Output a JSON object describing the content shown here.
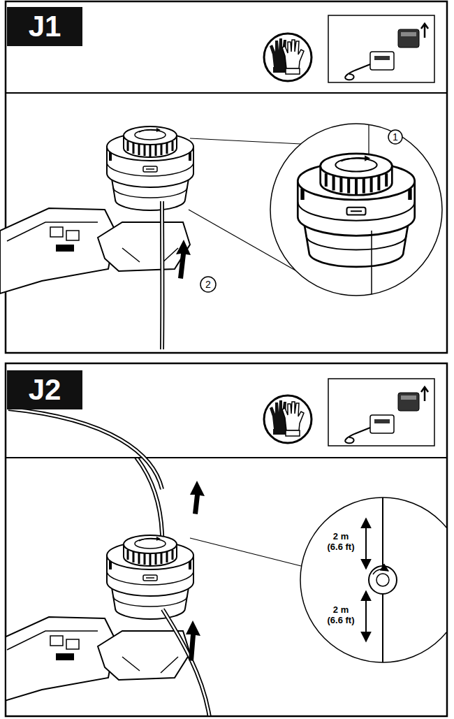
{
  "diagram": {
    "nodes": [
      {
        "text": [
          "J1"
        ]
      },
      {
        "text": [
          "1"
        ]
      },
      {
        "text": [
          "2"
        ]
      },
      {
        "text": [
          "J2"
        ]
      }
    ],
    "labels": [
      "2 m (6.6 ft)",
      "2 m (6.6 ft)"
    ]
  }
}
